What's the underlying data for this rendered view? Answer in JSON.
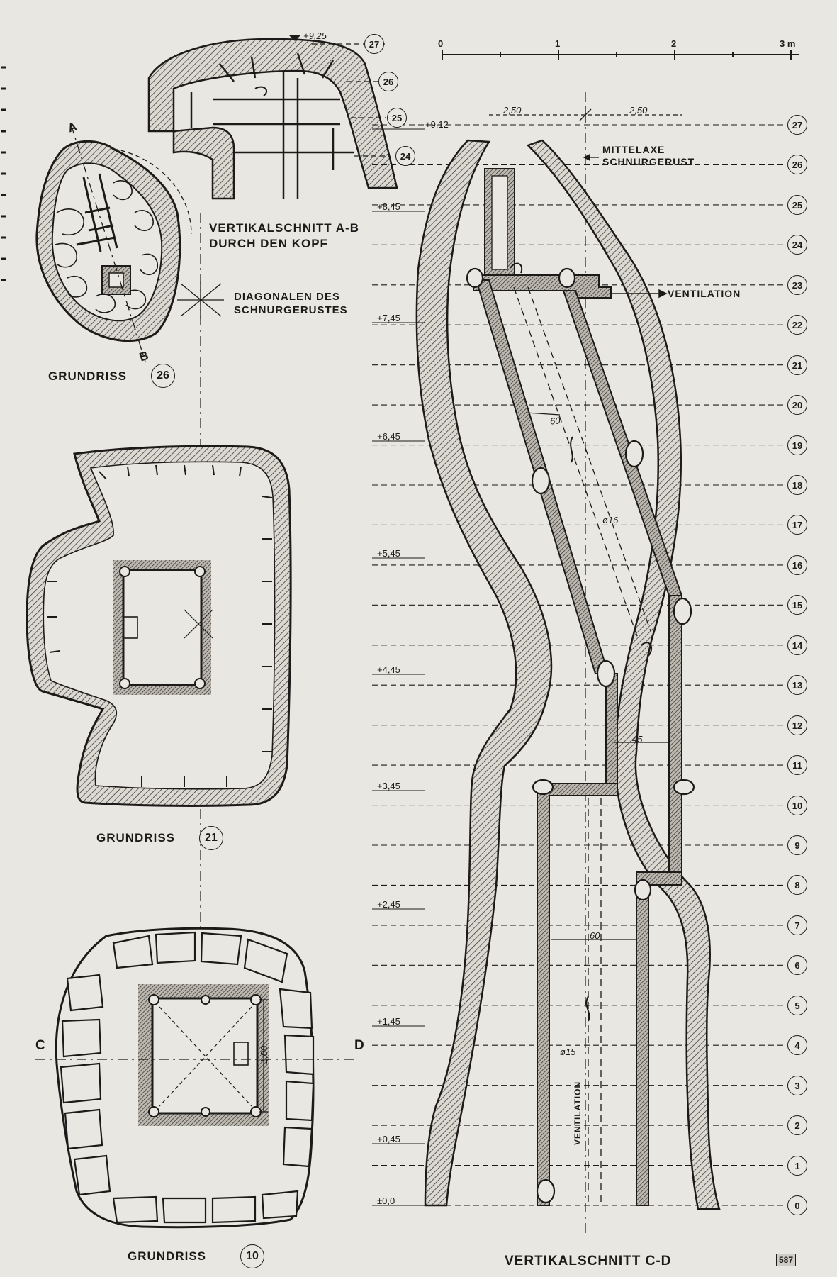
{
  "scale_bar": {
    "ticks": [
      "0",
      "1",
      "2",
      "3 m"
    ]
  },
  "head_section": {
    "title_line1": "VERTIKALSCHNITT  A-B",
    "title_line2": "DURCH DEN KOPF",
    "top_level": "+9,25",
    "layer_numbers": [
      "27",
      "26",
      "25",
      "24"
    ]
  },
  "plan_26": {
    "caption": "GRUNDRISS",
    "number": "26",
    "section_mark_a": "A",
    "section_mark_b": "B"
  },
  "diagonals_note": {
    "line1": "DIAGONALEN DES",
    "line2": "SCHNURGERUSTES"
  },
  "plan_21": {
    "caption": "GRUNDRISS",
    "number": "21"
  },
  "plan_10": {
    "caption": "GRUNDRISS",
    "number": "10",
    "section_mark_c": "C",
    "section_mark_d": "D",
    "dimension": "1,00"
  },
  "main_section": {
    "caption": "VERTIKALSCHNITT  C-D",
    "half_width_left": "2,50",
    "half_width_right": "2,50",
    "axis_label_line1": "MITTELAXE",
    "axis_label_line2": "SCHNURGERUST",
    "ventilation_label": "VENTILATION",
    "ventilation_vertical": "VENTILATION",
    "dim_shaft_upper": "60",
    "dim_pipe_upper": "ø16",
    "dim_shaft_middle": "45",
    "dim_shaft_lower": "60",
    "dim_pipe_lower": "ø15",
    "levels": [
      "+9,12",
      "+8,45",
      "+7,45",
      "+6,45",
      "+5,45",
      "+4,45",
      "+3,45",
      "+2,45",
      "+1,45",
      "+0,45",
      "±0,0"
    ],
    "layer_numbers": [
      "27",
      "26",
      "25",
      "24",
      "23",
      "22",
      "21",
      "20",
      "19",
      "18",
      "17",
      "16",
      "15",
      "14",
      "13",
      "12",
      "11",
      "10",
      "9",
      "8",
      "7",
      "6",
      "5",
      "4",
      "3",
      "2",
      "1",
      "0"
    ]
  },
  "page_number": "587"
}
